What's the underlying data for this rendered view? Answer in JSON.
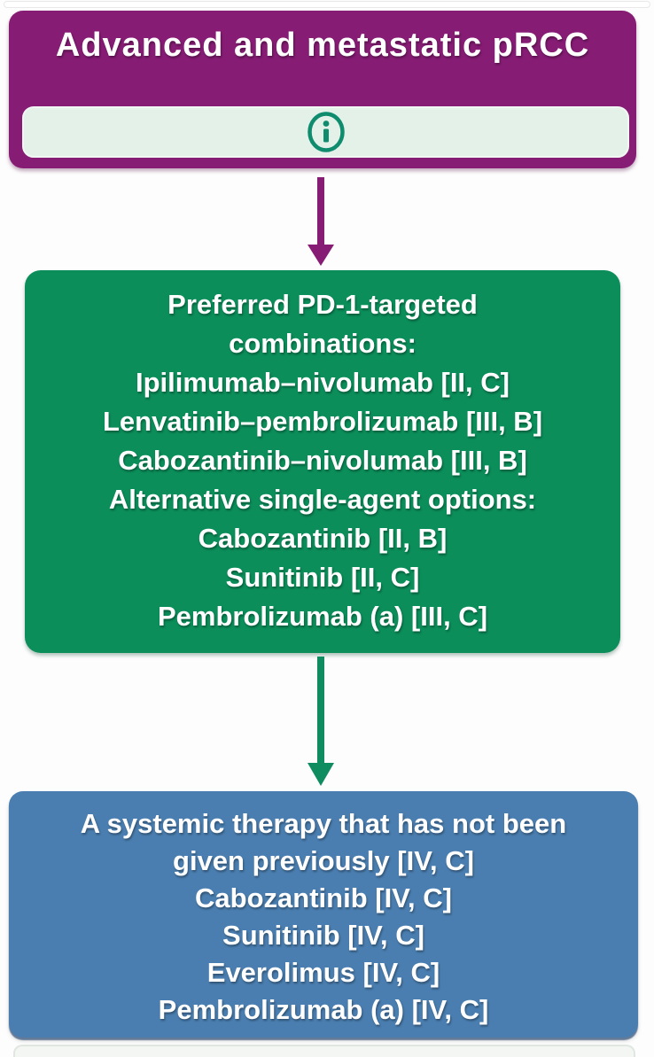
{
  "flowchart": {
    "top_box": {
      "title": "Advanced and metastatic pRCC",
      "info_button": {
        "icon": "info-icon",
        "label": "information"
      },
      "color": "#861C74"
    },
    "arrow_1": {
      "direction": "down",
      "color": "#861C74"
    },
    "middle_box": {
      "color": "#0B8E5A",
      "lines": [
        "Preferred PD-1-targeted",
        "combinations:",
        "Ipilimumab–nivolumab [II, C]",
        "Lenvatinib–pembrolizumab [III, B]",
        "Cabozantinib–nivolumab [III, B]",
        "Alternative single-agent options:",
        "Cabozantinib [II, B]",
        "Sunitinib [II, C]",
        "Pembrolizumab (a) [III, C]"
      ]
    },
    "arrow_2": {
      "direction": "down",
      "color": "#0F8C60"
    },
    "bottom_box": {
      "color": "#4A7EB0",
      "lines": [
        "A systemic therapy that has not been",
        "given previously [IV, C]",
        "Cabozantinib [IV, C]",
        "Sunitinib [IV, C]",
        "Everolimus [IV, C]",
        "Pembrolizumab (a) [IV, C]"
      ]
    },
    "accent_colors": {
      "info_bar_background": "#E3F1E9",
      "info_icon_teal": "#0E8C6D",
      "text": "#FFFFFF"
    }
  }
}
